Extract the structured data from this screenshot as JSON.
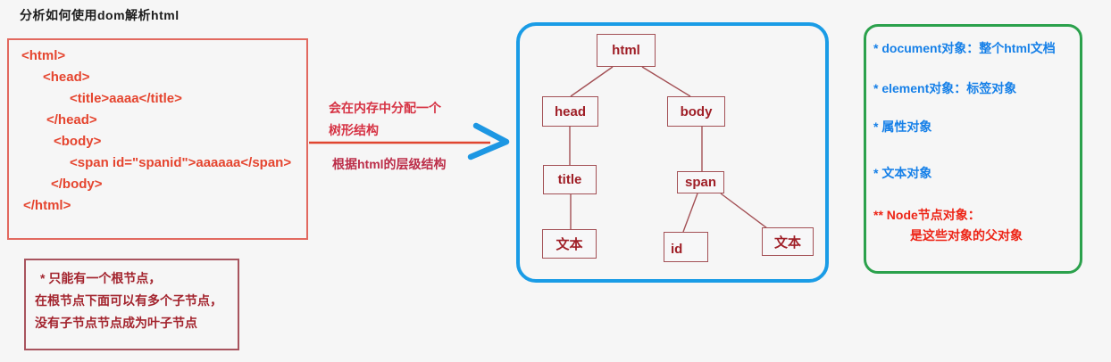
{
  "page": {
    "title": "分析如何使用dom解析html"
  },
  "code_box": {
    "lines": [
      "<html>",
      "<head>",
      "<title>aaaa</title>",
      "</head>",
      "<body>",
      "<span id=\"spanid\">aaaaaa</span>",
      "</body>",
      "</html>"
    ]
  },
  "arrow": {
    "note_line1": "会在内存中分配一个",
    "note_line2": "树形结构",
    "note_line3": "根据html的层级结构"
  },
  "tree": {
    "nodes": [
      {
        "label": "html"
      },
      {
        "label": "head"
      },
      {
        "label": "body"
      },
      {
        "label": "title"
      },
      {
        "label": "span"
      },
      {
        "label": "文本"
      },
      {
        "label": "id"
      },
      {
        "label": "文本"
      }
    ]
  },
  "objects_panel": {
    "items": [
      {
        "text": "* document对象：整个html文档",
        "color": "#1680e8"
      },
      {
        "text": "* element对象：标签对象",
        "color": "#1680e8"
      },
      {
        "text": "* 属性对象",
        "color": "#1680e8"
      },
      {
        "text": "* 文本对象",
        "color": "#1680e8"
      },
      {
        "text": "** Node节点对象：",
        "color": "#ed2517"
      },
      {
        "text": "是这些对象的父对象",
        "color": "#ed2517"
      }
    ]
  },
  "note_box": {
    "lines": [
      "* 只能有一个根节点，",
      "在根节点下面可以有多个子节点，",
      "没有子节点节点成为叶子节点"
    ]
  },
  "colors": {
    "background": "#f6f6f6",
    "code_text": "#e5452f",
    "code_border": "#e2695f",
    "annotation_red": "#d63344",
    "tree_maroon": "#9f1e26",
    "tree_panel_blue": "#1a9ce6",
    "objects_panel_green": "#2ba14c",
    "objects_blue_text": "#1680e8",
    "objects_red_text": "#ed2517",
    "arrow_line_red": "#e0452f",
    "arrow_head_blue": "#1d97e3"
  }
}
